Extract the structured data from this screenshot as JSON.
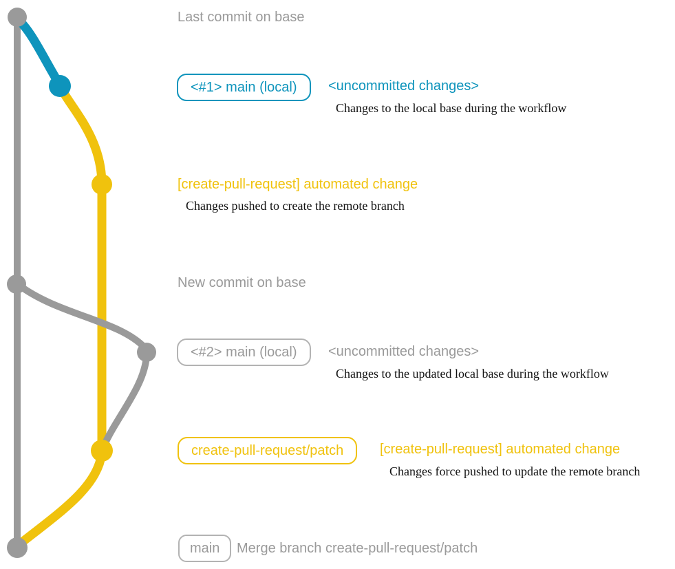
{
  "colors": {
    "gray": "#9a9a9a",
    "blue": "#0e94bc",
    "yellow": "#f0c20d",
    "box_gray_border": "#b3b3b3",
    "text_dark": "#111111"
  },
  "graph": {
    "nodes": [
      {
        "id": "last-commit-on-base",
        "color": "gray"
      },
      {
        "id": "local-main-1",
        "color": "blue"
      },
      {
        "id": "create-pull-request-commit-1",
        "color": "yellow"
      },
      {
        "id": "new-commit-on-base",
        "color": "gray"
      },
      {
        "id": "local-main-2",
        "color": "gray"
      },
      {
        "id": "create-pull-request-commit-2",
        "color": "yellow"
      },
      {
        "id": "merge-commit",
        "color": "gray"
      }
    ]
  },
  "rows": {
    "last_commit": {
      "label": "Last commit on base"
    },
    "uncommitted1": {
      "badge": "<#1> main (local)",
      "title": "<uncommitted changes>",
      "desc": "Changes to the local base during the workflow"
    },
    "automated1": {
      "title": "[create-pull-request] automated change",
      "desc": "Changes pushed to create the remote branch"
    },
    "new_commit": {
      "label": "New commit on base"
    },
    "uncommitted2": {
      "badge": "<#2> main (local)",
      "title": "<uncommitted changes>",
      "desc": "Changes to the updated local base during the workflow"
    },
    "automated2": {
      "badge": "create-pull-request/patch",
      "title": "[create-pull-request] automated change",
      "desc": "Changes force pushed to update the remote branch"
    },
    "merge": {
      "badge": "main",
      "label": "Merge branch create-pull-request/patch"
    }
  }
}
